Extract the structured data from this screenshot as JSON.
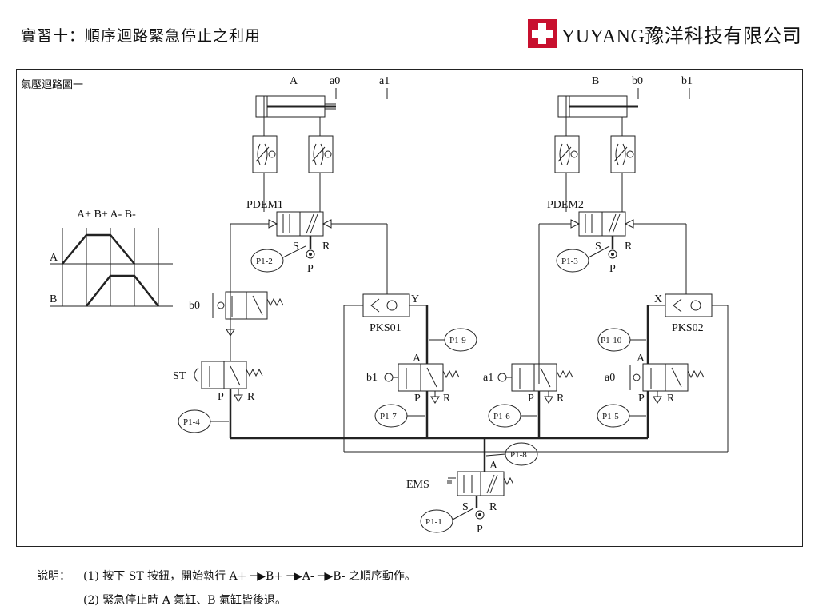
{
  "header": {
    "title": "實習十：順序迴路緊急停止之利用",
    "company": "YUYANG豫洋科技有限公司"
  },
  "panel": {
    "caption": "氣壓迴路圖一"
  },
  "cylinders": [
    {
      "name": "A",
      "pos0": "a0",
      "pos1": "a1"
    },
    {
      "name": "B",
      "pos0": "b0",
      "pos1": "b1"
    }
  ],
  "sequence": {
    "title": "A+ B+ A- B-",
    "rows": [
      "A",
      "B"
    ]
  },
  "components": {
    "pdem1": "PDEM1",
    "pdem2": "PDEM2",
    "pks01": "PKS01",
    "pks02": "PKS02",
    "ems": "EMS",
    "st": "ST",
    "b1": "b1",
    "a1": "a1",
    "a0": "a0",
    "b0": "b0",
    "x": "X",
    "y": "Y"
  },
  "ports": {
    "p": "P",
    "r": "R",
    "s": "S",
    "a": "A"
  },
  "pressure_points": [
    "P1-1",
    "P1-2",
    "P1-3",
    "P1-4",
    "P1-5",
    "P1-6",
    "P1-7",
    "P1-8",
    "P1-9",
    "P1-10"
  ],
  "notes": {
    "label": "說明：",
    "line1": "(1) 按下 ST 按鈕，開始執行   A+ ─▶B+ ─▶A- ─▶B-  之順序動作。",
    "line2": "(2) 緊急停止時 A 氣缸、B 氣缸皆後退。"
  }
}
